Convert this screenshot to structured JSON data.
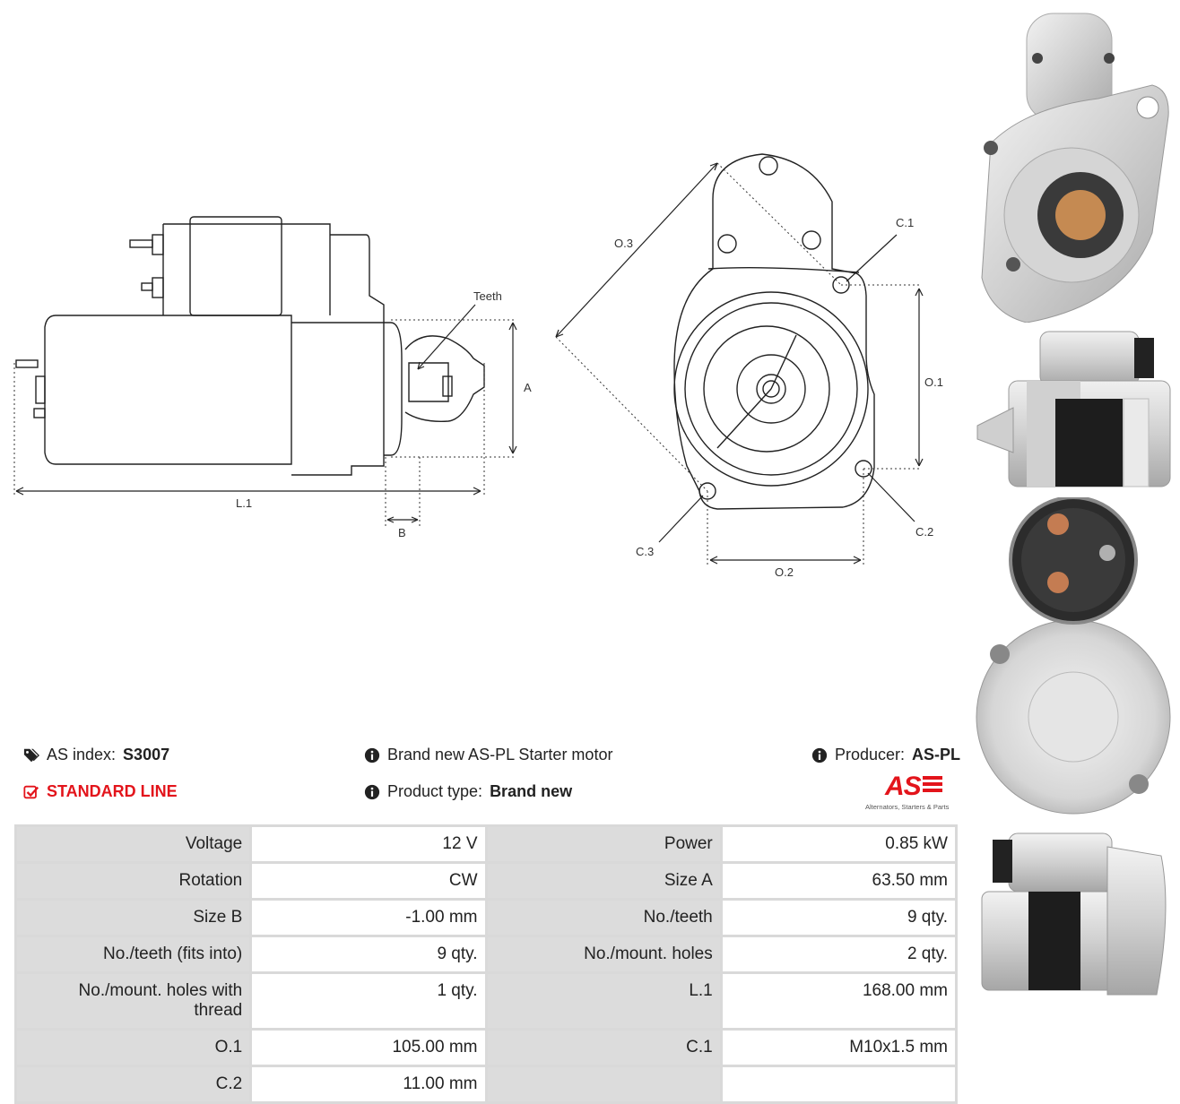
{
  "drawing": {
    "teeth_label": "Teeth",
    "dim_a": "A",
    "dim_b": "B",
    "dim_l1": "L.1",
    "dim_o1": "O.1",
    "dim_o2": "O.2",
    "dim_o3": "O.3",
    "dim_c1": "C.1",
    "dim_c2": "C.2",
    "dim_c3": "C.3"
  },
  "info": {
    "as_index_label": "AS index:",
    "as_index_value": "S3007",
    "line_label": "STANDARD LINE",
    "description": "Brand new AS-PL Starter motor",
    "product_type_label": "Product type:",
    "product_type_value": "Brand new",
    "producer_label": "Producer:",
    "producer_value": "AS-PL",
    "logo_text": "AS",
    "logo_tagline": "Alternators, Starters & Parts"
  },
  "icons": {
    "tags": "tags-icon",
    "check": "check-square-icon",
    "info": "info-circle-icon",
    "accent": "#e3141b"
  },
  "specs": [
    {
      "k1": "Voltage",
      "v1": "12 V",
      "k2": "Power",
      "v2": "0.85 kW"
    },
    {
      "k1": "Rotation",
      "v1": "CW",
      "k2": "Size A",
      "v2": "63.50 mm"
    },
    {
      "k1": "Size B",
      "v1": "-1.00 mm",
      "k2": "No./teeth",
      "v2": "9 qty."
    },
    {
      "k1": "No./teeth (fits into)",
      "v1": "9 qty.",
      "k2": "No./mount. holes",
      "v2": "2 qty."
    },
    {
      "k1": "No./mount. holes with thread",
      "v1": "1 qty.",
      "k2": "L.1",
      "v2": "168.00 mm"
    },
    {
      "k1": "O.1",
      "v1": "105.00 mm",
      "k2": "C.1",
      "v2": "M10x1.5 mm"
    },
    {
      "k1": "C.2",
      "v1": "11.00 mm",
      "k2": "",
      "v2": ""
    }
  ]
}
